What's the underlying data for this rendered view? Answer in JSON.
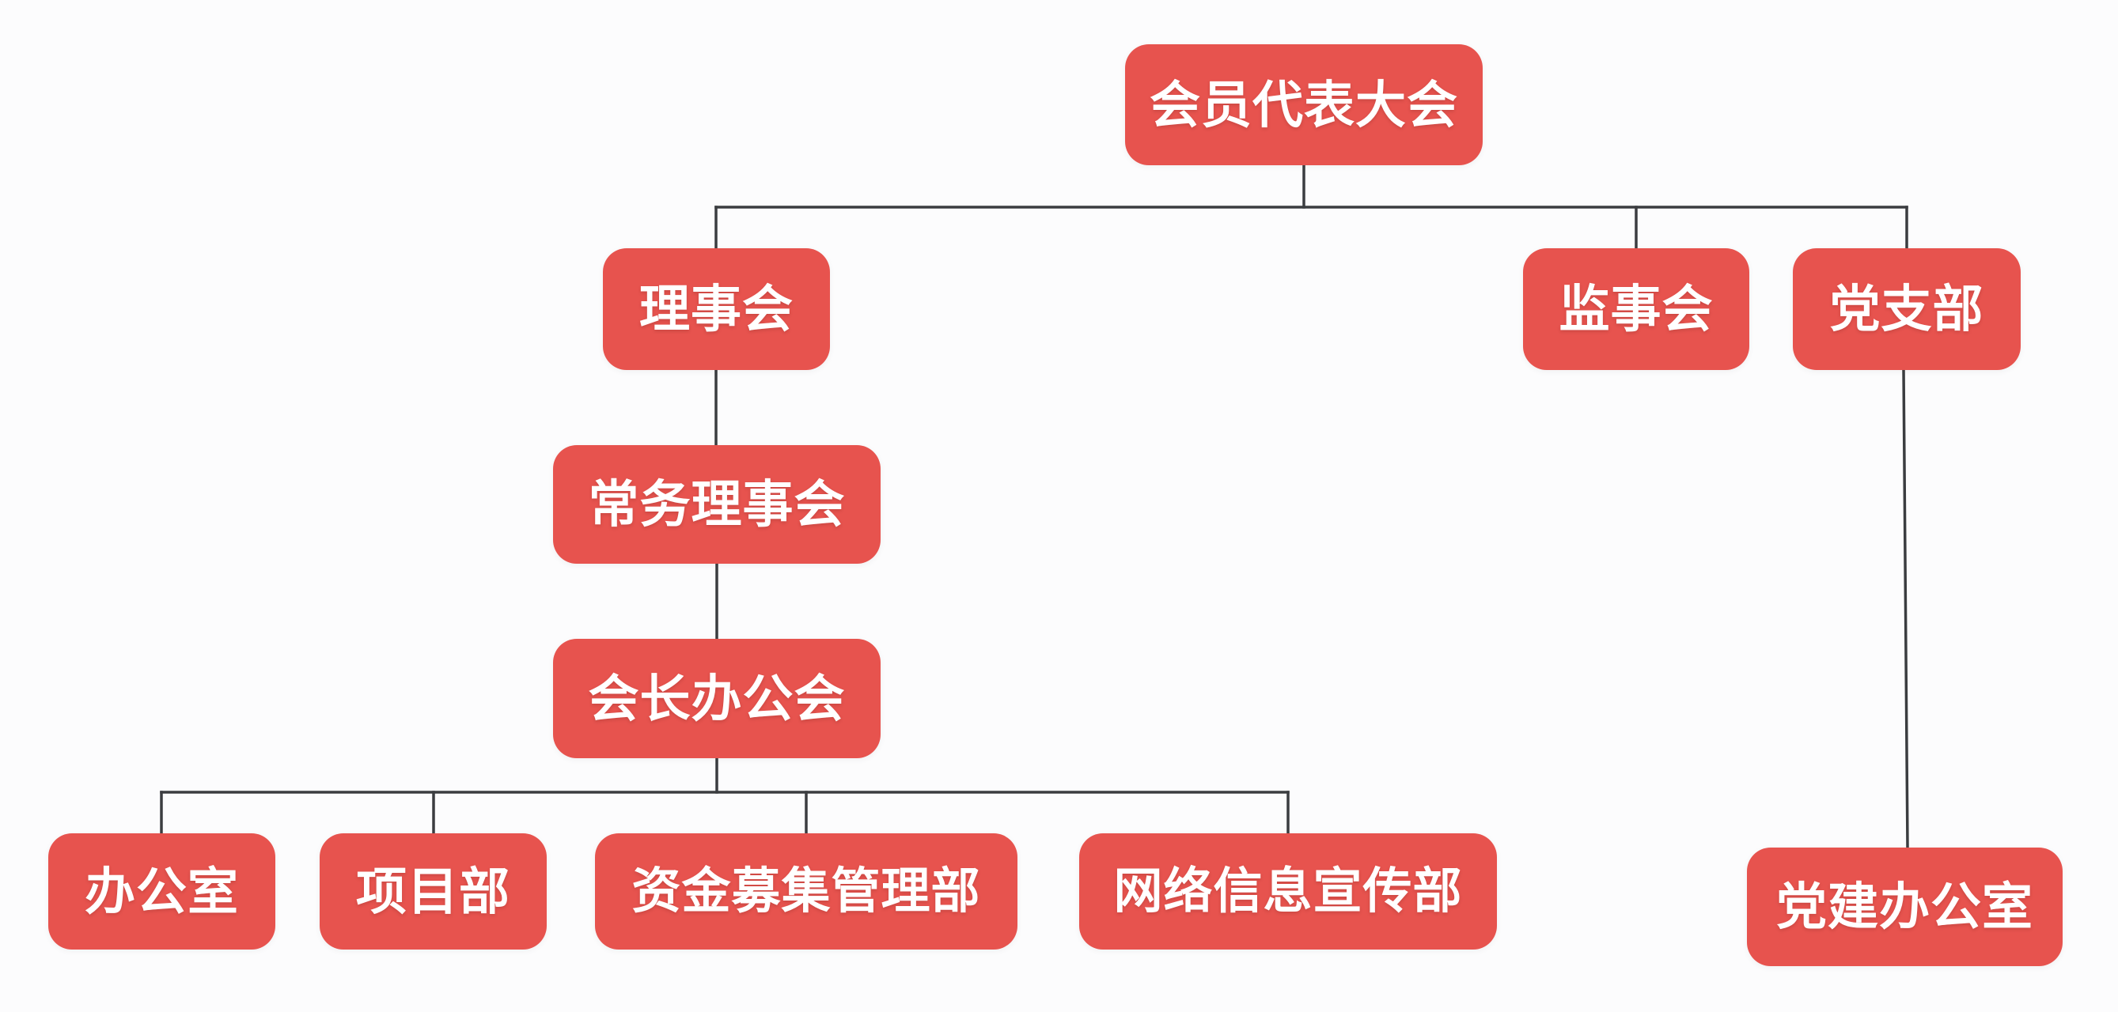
{
  "diagram": {
    "type": "org-chart",
    "background_color": "#FCFCFD",
    "node_color": "#E7534E",
    "node_text_color": "#FFFFFF",
    "connector_color": "#3B3D40"
  },
  "nodes": [
    {
      "id": "member-congress",
      "label": "会员代表大会",
      "level": 1
    },
    {
      "id": "council",
      "label": "理事会",
      "level": 2
    },
    {
      "id": "supervisory-board",
      "label": "监事会",
      "level": 2
    },
    {
      "id": "party-branch",
      "label": "党支部",
      "level": 2
    },
    {
      "id": "standing-council",
      "label": "常务理事会",
      "level": 3
    },
    {
      "id": "president-office-meeting",
      "label": "会长办公会",
      "level": 4
    },
    {
      "id": "general-office",
      "label": "办公室",
      "level": 5
    },
    {
      "id": "project-dept",
      "label": "项目部",
      "level": 5
    },
    {
      "id": "fund-raising-mgmt-dept",
      "label": "资金募集管理部",
      "level": 5
    },
    {
      "id": "network-info-publicity-dept",
      "label": "网络信息宣传部",
      "level": 5
    },
    {
      "id": "party-building-office",
      "label": "党建办公室",
      "level": 3
    }
  ],
  "edges": [
    {
      "from": "member-congress",
      "to": "council"
    },
    {
      "from": "member-congress",
      "to": "supervisory-board"
    },
    {
      "from": "member-congress",
      "to": "party-branch"
    },
    {
      "from": "council",
      "to": "standing-council"
    },
    {
      "from": "standing-council",
      "to": "president-office-meeting"
    },
    {
      "from": "president-office-meeting",
      "to": "general-office"
    },
    {
      "from": "president-office-meeting",
      "to": "project-dept"
    },
    {
      "from": "president-office-meeting",
      "to": "fund-raising-mgmt-dept"
    },
    {
      "from": "president-office-meeting",
      "to": "network-info-publicity-dept"
    },
    {
      "from": "party-branch",
      "to": "party-building-office"
    }
  ]
}
